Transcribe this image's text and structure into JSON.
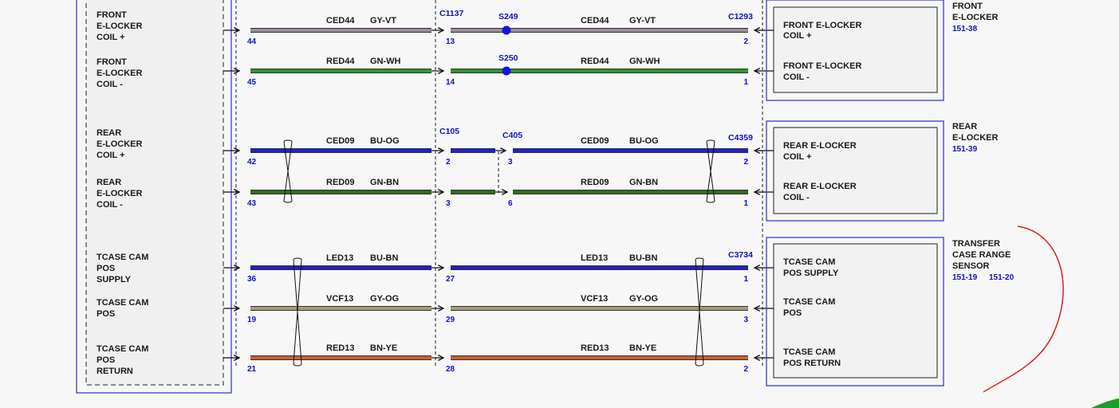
{
  "colors": {
    "GY-VT": "#9a8c9c",
    "GN-WH": "#2a9a2a",
    "BU-OG": "#2222cc",
    "GN-BN": "#2f6e1e",
    "BU-BN": "#2020c0",
    "GY-OG": "#a89a7c",
    "BN-YE": "#c86030",
    "red_annotation": "#e02020",
    "green_corner": "#1aa02a",
    "text_blue": "#1010c8"
  },
  "left_module": {
    "pins": [
      {
        "lines": [
          "FRONT",
          "E-LOCKER",
          "COIL +"
        ]
      },
      {
        "lines": [
          "FRONT",
          "E-LOCKER",
          "COIL -"
        ]
      },
      {
        "lines": [
          "REAR",
          "E-LOCKER",
          "COIL +"
        ]
      },
      {
        "lines": [
          "REAR",
          "E-LOCKER",
          "COIL -"
        ]
      },
      {
        "lines": [
          "TCASE CAM",
          "POS",
          "SUPPLY"
        ]
      },
      {
        "lines": [
          "TCASE CAM",
          "POS"
        ]
      },
      {
        "lines": [
          "TCASE CAM",
          "POS",
          "RETURN"
        ]
      }
    ]
  },
  "connectors": {
    "c1137": "C1137",
    "c105": "C105",
    "c405": "C405",
    "s249": "S249",
    "s250": "S250",
    "c1293": "C1293",
    "c4359": "C4359",
    "c3734": "C3734"
  },
  "wires": [
    {
      "circuit": "CED44",
      "color": "GY-VT",
      "left_pin": "44",
      "mid_pin": "13",
      "right_pin": "2"
    },
    {
      "circuit": "RED44",
      "color": "GN-WH",
      "left_pin": "45",
      "mid_pin": "14",
      "right_pin": "1"
    },
    {
      "circuit": "CED09",
      "color": "BU-OG",
      "left_pin": "42",
      "mid_pin": "2",
      "mid2_pin": "3",
      "right_pin": "2"
    },
    {
      "circuit": "RED09",
      "color": "GN-BN",
      "left_pin": "43",
      "mid_pin": "3",
      "mid2_pin": "6",
      "right_pin": "1"
    },
    {
      "circuit": "LED13",
      "color": "BU-BN",
      "left_pin": "36",
      "mid_pin": "27",
      "right_pin": "1"
    },
    {
      "circuit": "VCF13",
      "color": "GY-OG",
      "left_pin": "19",
      "mid_pin": "29",
      "right_pin": "3"
    },
    {
      "circuit": "RED13",
      "color": "BN-YE",
      "left_pin": "21",
      "mid_pin": "28",
      "right_pin": "2"
    }
  ],
  "devices": [
    {
      "title_lines": [
        "FRONT",
        "E-LOCKER"
      ],
      "refs": [
        "151-38"
      ],
      "pins": [
        {
          "lines": [
            "FRONT E-LOCKER",
            "COIL +"
          ]
        },
        {
          "lines": [
            "FRONT E-LOCKER",
            "COIL -"
          ]
        }
      ]
    },
    {
      "title_lines": [
        "REAR",
        "E-LOCKER"
      ],
      "refs": [
        "151-39"
      ],
      "pins": [
        {
          "lines": [
            "REAR E-LOCKER",
            "COIL +"
          ]
        },
        {
          "lines": [
            "REAR E-LOCKER",
            "COIL -"
          ]
        }
      ]
    },
    {
      "title_lines": [
        "TRANSFER",
        "CASE RANGE",
        "SENSOR"
      ],
      "refs": [
        "151-19",
        "151-20"
      ],
      "pins": [
        {
          "lines": [
            "TCASE CAM",
            "POS SUPPLY"
          ]
        },
        {
          "lines": [
            "TCASE CAM",
            "POS"
          ]
        },
        {
          "lines": [
            "TCASE CAM",
            "POS RETURN"
          ]
        }
      ]
    }
  ]
}
